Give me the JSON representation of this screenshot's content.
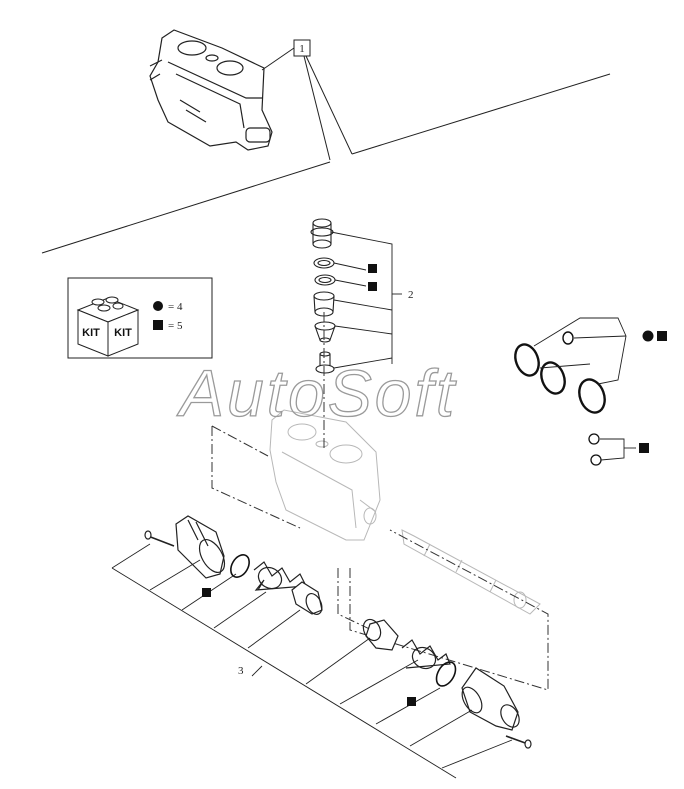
{
  "diagram": {
    "callouts": {
      "assembly": "1",
      "spool_group": "2",
      "cap_group": "3"
    },
    "kit_legend": {
      "kit_label": "KIT",
      "circle_value": "= 4",
      "square_value": "= 5"
    },
    "watermark": "AutoSoft"
  },
  "colors": {
    "line": "#222222",
    "symbol": "#111111",
    "ghost": "#b8b8b8"
  }
}
